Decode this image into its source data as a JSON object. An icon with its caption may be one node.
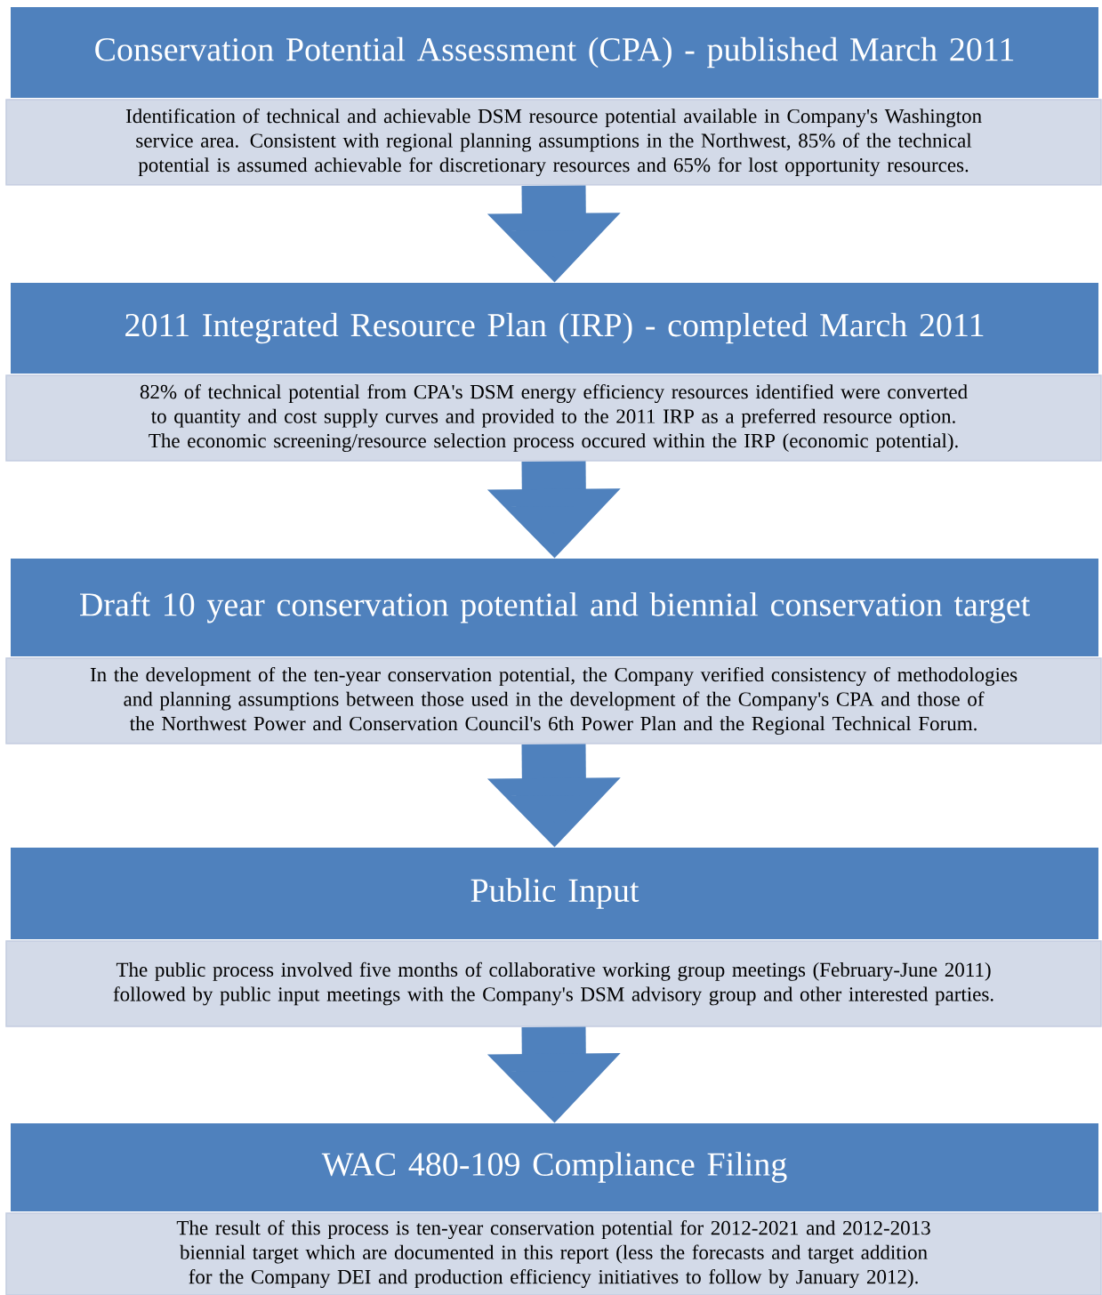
{
  "diagram": {
    "nodes": [
      {
        "text": [
          "Conservation Potential Assessment (CPA) - published March 2011"
        ]
      },
      {
        "text": [
          "Identification of technical and achievable DSM resource potential available in Company's Washington service area. Consistent with regional planning assumptions in the Northwest, 85% of the technical potential is assumed achievable for discretionary resources and 65%  for lost opportunity resources."
        ]
      },
      {
        "text": [
          "2011 Integrated Resource Plan (IRP) - completed March 2011"
        ]
      },
      {
        "text": [
          "82% of technical potential from CPA's DSM energy efficiency resources identified were converted to  quantity and cost supply curves  and provided to the 2011 IRP as a preferred resource option. The economic screening/resource selection process occured within the IRP (economic potential)."
        ]
      },
      {
        "text": [
          "Draft 10 year conservation potential and biennial conservation target"
        ]
      },
      {
        "text": [
          "In the development of the ten-year conservation potential, the Company verified consistency of methodologies and planning assumptions between those used in the development of the Company's CPA and those of the Northwest Power and Conservation Council's 6th Power Plan and the Regional Technical Forum."
        ]
      },
      {
        "text": [
          "Public Input"
        ]
      },
      {
        "text": [
          "The public process involved five months of  collaborative working group meetings (February-June 2011) followed by public input meetings with the Company's DSM advisory group and other interested parties."
        ]
      },
      {
        "text": [
          "WAC 480-109 Compliance Filing"
        ]
      },
      {
        "text": [
          "The result of this process is ten-year conservation potential for 2012-2021 and 2012-2013 biennial target which are documented in this report (less the forecasts and target  addition for the Company DEI and production efficiency initiatives to follow by January 2012)."
        ]
      }
    ],
    "edges": [
      {
        "from": 1,
        "to": 2,
        "arrow": "to"
      },
      {
        "from": 3,
        "to": 4,
        "arrow": "to"
      },
      {
        "from": 5,
        "to": 6,
        "arrow": "to"
      },
      {
        "from": 7,
        "to": 8,
        "arrow": "to"
      }
    ]
  }
}
